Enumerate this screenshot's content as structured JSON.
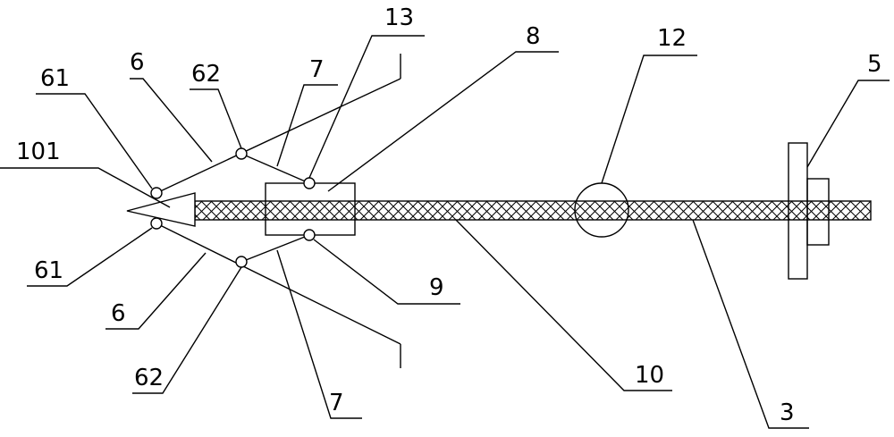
{
  "labels": {
    "l13": "13",
    "l8": "8",
    "l12": "12",
    "l5": "5",
    "l62_top": "62",
    "l7_top": "7",
    "l61_top": "61",
    "l6_top": "6",
    "l101": "101",
    "l61_bot": "61",
    "l6_bot": "6",
    "l9": "9",
    "l62_bot": "62",
    "l7_bot": "7",
    "l10": "10",
    "l3": "3"
  }
}
